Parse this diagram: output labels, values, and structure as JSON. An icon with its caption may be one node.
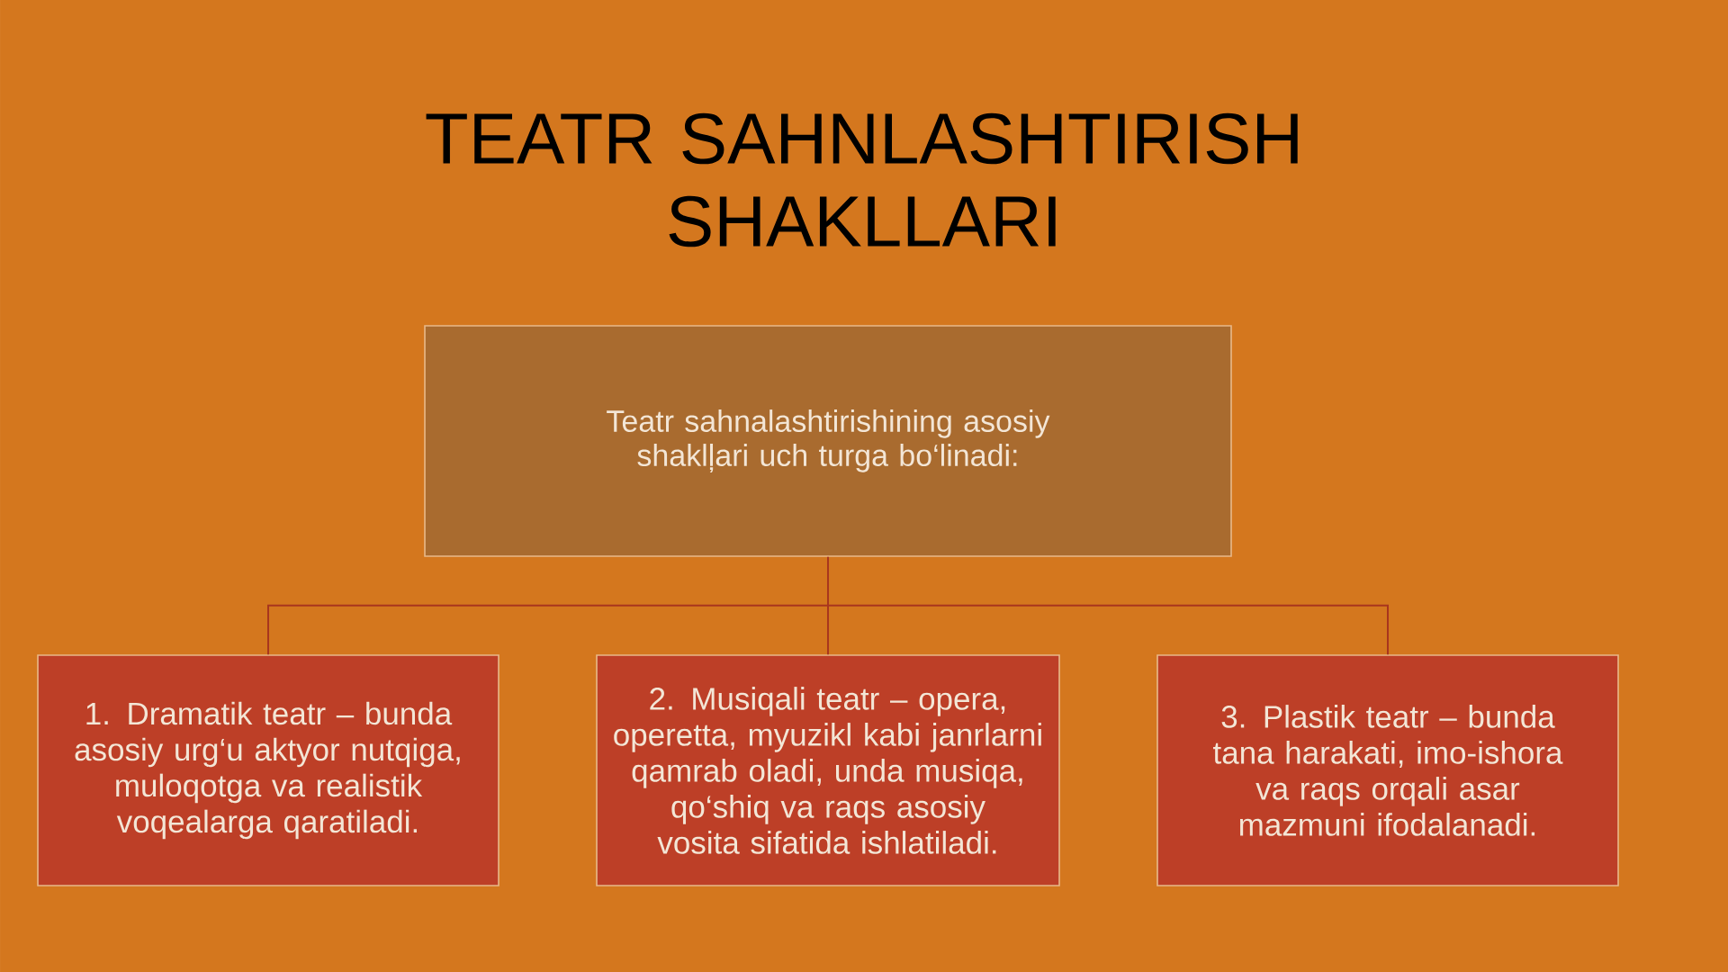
{
  "diagram": {
    "title": "TEATR SAHNLASHTIRISH SHAKLLARI",
    "nodes": [
      {
        "text": [
          "Teatr sahnalashtirishining asosiy shaklļari uch turga bo‘linadi:"
        ]
      },
      {
        "text": [
          "1. Dramatik teatr – bunda asosiy urg‘u aktyor nutqiga, muloqotga va realistik voqealarga qaratiladi."
        ]
      },
      {
        "text": [
          "2. Musiqali teatr – opera, operetta, myuzikl kabi janrlarni qamrab oladi, unda musiqa, qo‘shiq va raqs asosiy vosita sifatida ishlatiladi."
        ]
      },
      {
        "text": [
          "3. Plastik teatr – bunda tana harakati, imo-ishora va raqs orqali asar mazmuni ifodalanadi."
        ]
      }
    ],
    "edges": [
      {
        "from": 0,
        "to": 1,
        "arrow": "none"
      },
      {
        "from": 0,
        "to": 2,
        "arrow": "none"
      },
      {
        "from": 0,
        "to": 3,
        "arrow": "none"
      }
    ]
  }
}
